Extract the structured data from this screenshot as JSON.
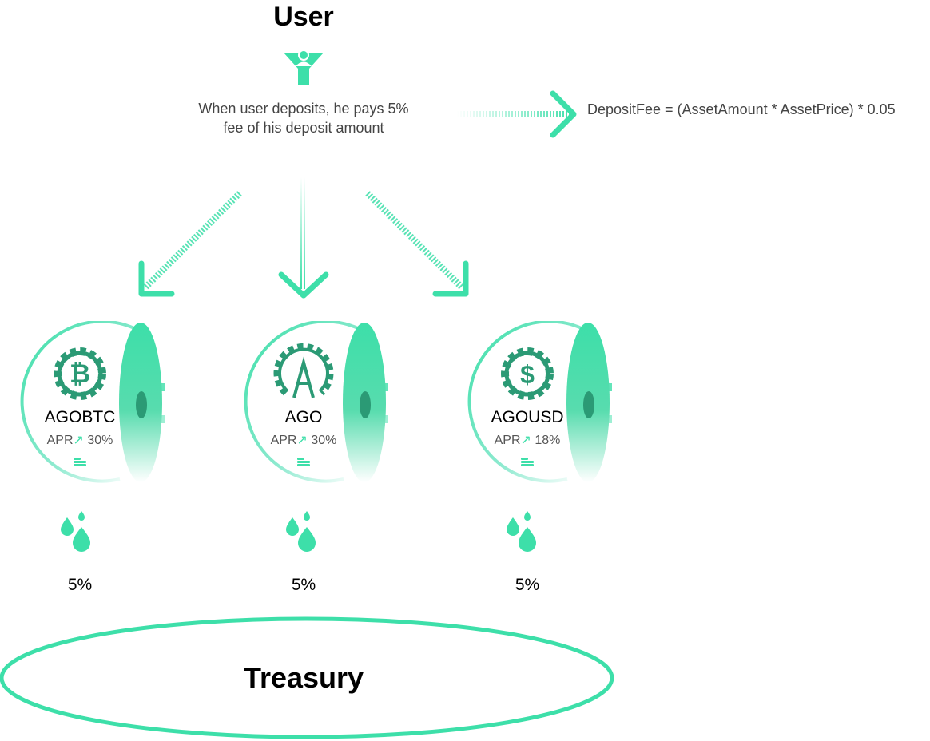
{
  "title": "User",
  "description_line1": "When user deposits, he pays 5%",
  "description_line2": "fee of his deposit amount",
  "formula": "DepositFee = (AssetAmount * AssetPrice) * 0.05",
  "vaults": [
    {
      "name": "AGOBTC",
      "apr_label": "APR",
      "apr_value": "30%",
      "icon": "bitcoin-gear-icon",
      "fee": "5%"
    },
    {
      "name": "AGO",
      "apr_label": "APR",
      "apr_value": "30%",
      "icon": "ago-gear-icon",
      "fee": "5%"
    },
    {
      "name": "AGOUSD",
      "apr_label": "APR",
      "apr_value": "18%",
      "icon": "dollar-gear-icon",
      "fee": "5%"
    }
  ],
  "treasury": "Treasury",
  "colors": {
    "accent": "#3ddfa9",
    "accent_dark": "#2b8f6e",
    "text": "#444444"
  }
}
